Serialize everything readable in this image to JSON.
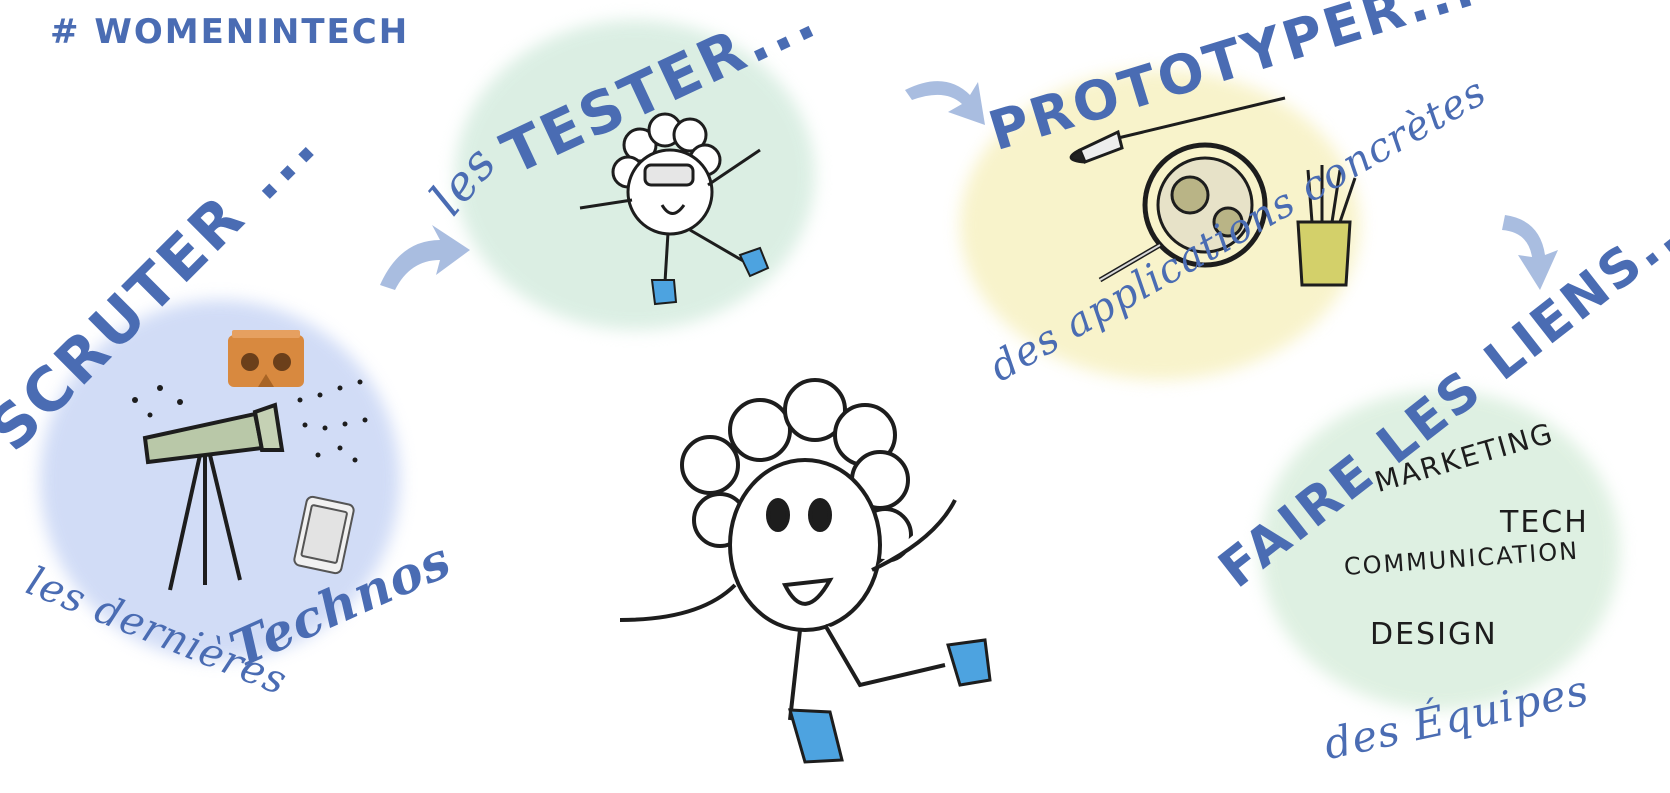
{
  "hashtag": "# WOMENINTECH",
  "step1": {
    "title": "SCRUTER ...",
    "subtitle_a": "les dernières",
    "subtitle_b": "Technos"
  },
  "step2": {
    "prefix": "les",
    "title": "TESTER..."
  },
  "step3": {
    "title": "PROTOTYPER...",
    "subtitle": "des applications concrètes"
  },
  "step4": {
    "title": "FAIRE LES LIENS...",
    "items": [
      "MARKETING",
      "TECH",
      "COMMUNICATION",
      "DESIGN"
    ],
    "subtitle": "des Équipes"
  },
  "colors": {
    "ink": "#4a6cb3",
    "blue_blob": "#c9d6f5",
    "green_blob": "#d5ecdf",
    "yellow_blob": "#f7f1c2",
    "mint_blob": "#d9eedd",
    "boot": "#4da3e0",
    "cardboard": "#d8893f",
    "arrow": "#a9bde0"
  },
  "icons": [
    "vr-headset-icon",
    "telescope-icon",
    "tablet-icon",
    "paintbrush-icon",
    "magnifier-icon",
    "brush-pot-icon",
    "arrow-icon"
  ]
}
